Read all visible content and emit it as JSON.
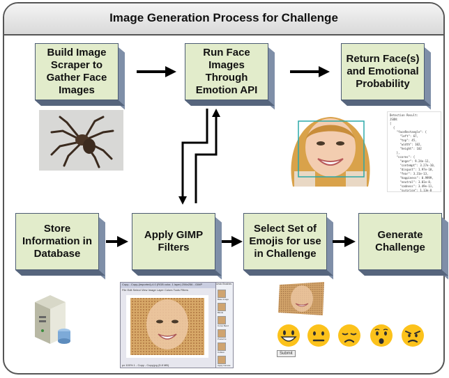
{
  "title": "Image Generation Process for Challenge",
  "steps": [
    {
      "id": "build",
      "label": "Build Image Scraper to Gather Face Images"
    },
    {
      "id": "run",
      "label": "Run Face Images Through Emotion API"
    },
    {
      "id": "return",
      "label": "Return Face(s) and Emotional Probability"
    },
    {
      "id": "store",
      "label": "Store Information in Database"
    },
    {
      "id": "apply",
      "label": "Apply GIMP Filters"
    },
    {
      "id": "select",
      "label": "Select Set of Emojis for use in Challenge"
    },
    {
      "id": "generate",
      "label": "Generate Challenge"
    }
  ],
  "json_lines": [
    "Detection Result:",
    "JSON:",
    "[",
    "  {",
    "    \"faceRectangle\": {",
    "      \"left\": 67,",
    "      \"top\": 45,",
    "      \"width\": 102,",
    "      \"height\": 102",
    "    },",
    "    \"scores\": {",
    "      \"anger\": 9.24e-12,",
    "      \"contempt\": 3.27e-10,",
    "      \"disgust\": 1.97e-10,",
    "      \"fear\": 3.31e-13,",
    "      \"happiness\": 0.9999,",
    "      \"neutral\": 3.01e-8,",
    "      \"sadness\": 3.49e-11,",
    "      \"surprise\": 1.13e-8",
    "    }",
    "  }",
    "]"
  ],
  "gimp_title": "Copy - Copy-(imported)-4.0 (RGB color, 1 layer) 256x256 - GIMP",
  "gimp_menu": [
    "File",
    "Edit",
    "Select",
    "View",
    "Image",
    "Layer",
    "Colors",
    "Tools",
    "Filters"
  ],
  "gimp_status": "px  100%  1 - Copy - Copy.jpg (5.8 MB)",
  "gimp_panel_title": "Undo  Brushes",
  "gimp_panel_items": [
    "Base Image",
    "Blinds",
    "Curve Bend",
    "Posterize",
    "Cubism",
    "Apply Canvas"
  ],
  "submit_label": "Submit",
  "emojis": [
    "grinning",
    "neutral",
    "disappointed",
    "surprised",
    "angry"
  ]
}
